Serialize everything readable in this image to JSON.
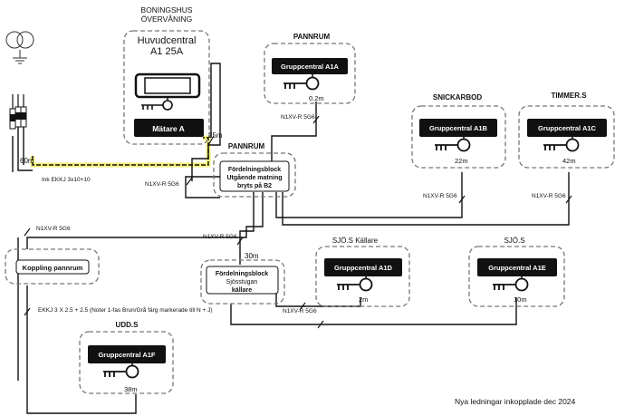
{
  "labels": {
    "boningshus": "BONINGSHUS",
    "overvaning": "ÖVERVÅNING",
    "huvudcentral": "Huvudcentral",
    "huvud_rating": "A1 25A",
    "matare": "Mätare A",
    "pannrum_top": "PANNRUM",
    "pannrum_mid": "PANNRUM",
    "snickarbod": "SNICKARBOD",
    "timmer": "TIMMER.S",
    "sjos_kallare": "SJÖ.S Källare",
    "sjos": "SJÖ.S",
    "udds": "UDD.S",
    "footer": "Nya ledningar inkopplade dec 2024"
  },
  "panels": {
    "a1a": "Gruppcentral A1A",
    "a1b": "Gruppcentral A1B",
    "a1c": "Gruppcentral A1C",
    "a1d": "Gruppcentral A1D",
    "a1e": "Gruppcentral A1E",
    "a1f": "Gruppcentral A1F"
  },
  "blocks": {
    "fb1_l1": "Fördelningsblock",
    "fb1_l2": "Utgående matning",
    "fb1_l3": "bryts på B2",
    "fb2_l1": "Fördelningsblock",
    "fb2_l2": "Sjösstugan",
    "fb2_l3": "källare",
    "koppling": "Koppling pannrum"
  },
  "distances": {
    "d_60m": "60m",
    "d_25m": "25m",
    "d_02m": "0.2m",
    "d_22m": "22m",
    "d_42m": "42m",
    "d_30m": "30m",
    "d_2m": "2m",
    "d_10m": "10m",
    "d_38m": "38m"
  },
  "cables": {
    "ekkj_3x10": "Ink EKKJ 3x10+10",
    "n1xv_a1a": "N1XV-R 5G6",
    "n1xv_fb1": "N1XV-R 5G6",
    "n1xv_a1b": "N1XV-R 5G6",
    "n1xv_a1c": "N1XV-R 5G6",
    "n1xv_left": "N1XV-R 5G6",
    "n1xv_fb2": "N1XV-R 5G6",
    "n1xv_bottom": "N1XV-R 5G6",
    "ekkj_note": "EKKJ 3 X 2.5 + 2.5 (Noter 1-fas Brun/Grå färg markerade till N + J)"
  },
  "colors": {
    "panel_fill": "#111111",
    "panel_text": "#ffffff",
    "dashed_border": "#777777",
    "highlight_yellow": "#f2ef7a"
  }
}
